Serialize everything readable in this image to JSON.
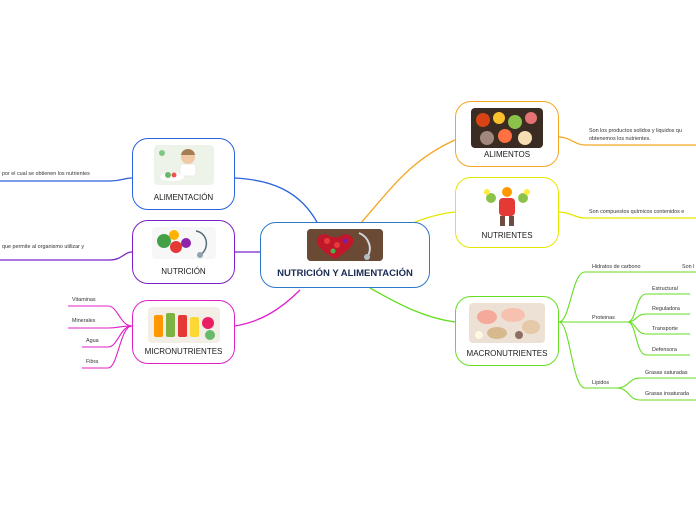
{
  "center": {
    "title": "NUTRICIÓN Y ALIMENTACIÓN"
  },
  "right": {
    "alimentos": {
      "label": "ALIMENTOS",
      "desc_1": "Son los productos solidos y liquidos qu",
      "desc_2": "obtenemos los nutrientes."
    },
    "nutrientes": {
      "label": "NUTRIENTES",
      "desc": "Son compuestos químicos contenidos e"
    },
    "macronutrientes": {
      "label": "MACRONUTRIENTES",
      "hidratos": "Hidratos de carbono",
      "hidratos_desc": "Son l",
      "proteinas": "Proteinas",
      "proteinas_items": [
        "Estructural",
        "Reguladora",
        "Transporte",
        "Defensora"
      ],
      "lipidos": "Lipidos",
      "lipidos_items": [
        "Grasas saturadas",
        "Grasas insaturada"
      ]
    }
  },
  "left": {
    "alimentacion": {
      "label": "ALIMENTACIÓN",
      "desc": "por el cual se obtienen los nutrientes"
    },
    "nutricion": {
      "label": "NUTRICIÓN",
      "desc": "que permite al organismo utilizar y"
    },
    "micronutrientes": {
      "label": "MICRONUTRIENTES",
      "items": [
        "Vitaminas",
        "Minerales",
        "Agua",
        "Fibra"
      ]
    }
  },
  "colors": {
    "center": "#2f78c8",
    "alimentos": "#f4a623",
    "nutrientes": "#e6e600",
    "macronutrientes": "#66dd22",
    "alimentacion": "#2b62e0",
    "nutricion": "#7a22c8",
    "micronutrientes": "#e021c8"
  }
}
